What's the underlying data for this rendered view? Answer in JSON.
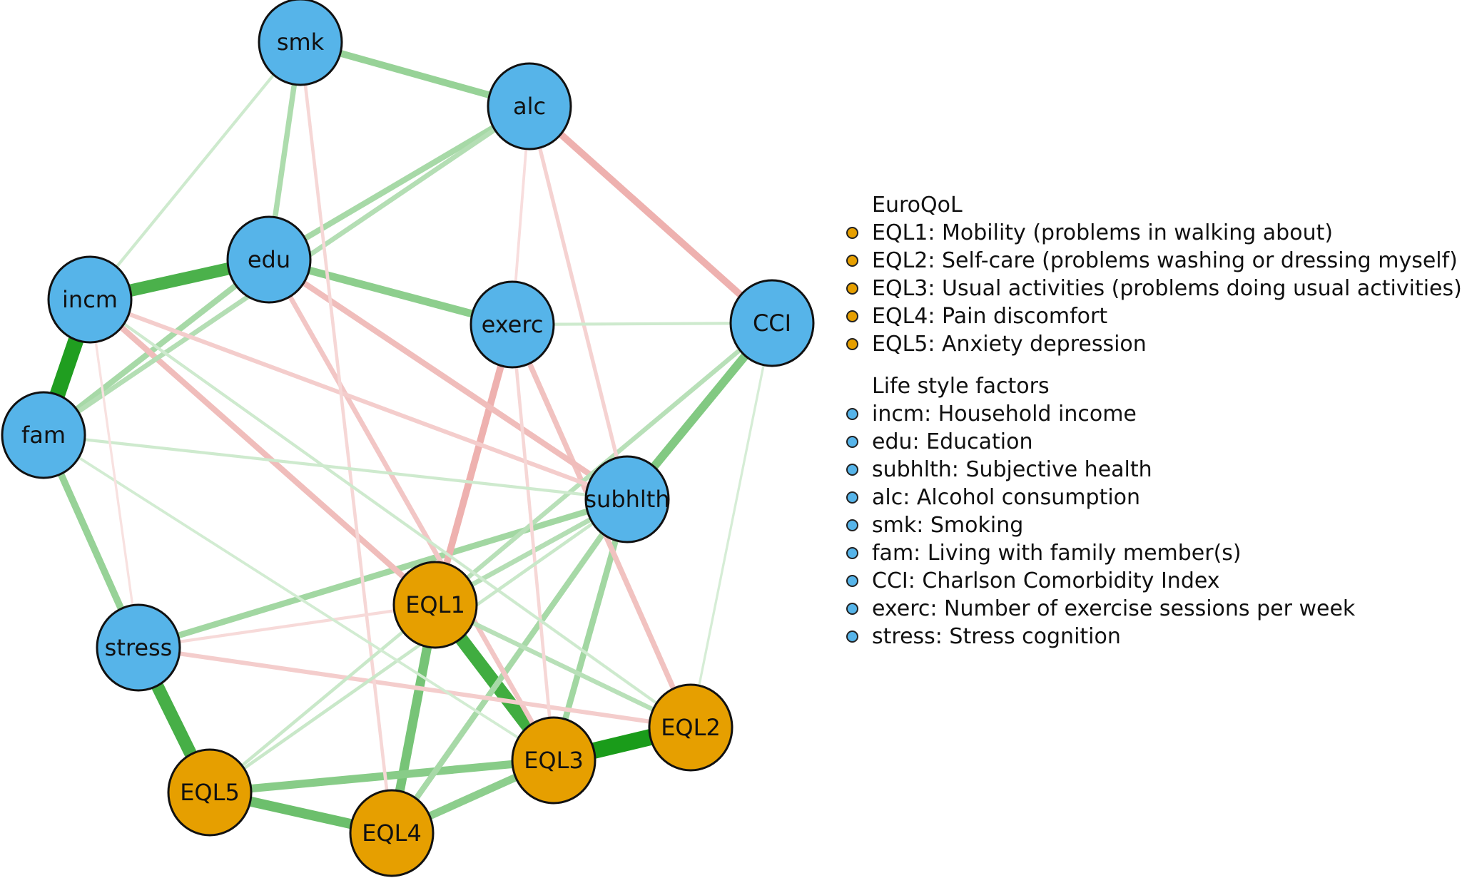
{
  "colors": {
    "eql_node": "#E69F00",
    "lifestyle_node": "#56B4E9",
    "positive_edge": "#1a9c1a",
    "negative_edge": "#d9534f"
  },
  "nodes": [
    {
      "id": "smk",
      "label": "smk",
      "group": "lifestyle"
    },
    {
      "id": "alc",
      "label": "alc",
      "group": "lifestyle"
    },
    {
      "id": "edu",
      "label": "edu",
      "group": "lifestyle"
    },
    {
      "id": "incm",
      "label": "incm",
      "group": "lifestyle"
    },
    {
      "id": "exerc",
      "label": "exerc",
      "group": "lifestyle"
    },
    {
      "id": "CCI",
      "label": "CCI",
      "group": "lifestyle"
    },
    {
      "id": "fam",
      "label": "fam",
      "group": "lifestyle"
    },
    {
      "id": "subhlth",
      "label": "subhlth",
      "group": "lifestyle"
    },
    {
      "id": "EQL1",
      "label": "EQL1",
      "group": "eql"
    },
    {
      "id": "stress",
      "label": "stress",
      "group": "lifestyle"
    },
    {
      "id": "EQL2",
      "label": "EQL2",
      "group": "eql"
    },
    {
      "id": "EQL3",
      "label": "EQL3",
      "group": "eql"
    },
    {
      "id": "EQL5",
      "label": "EQL5",
      "group": "eql"
    },
    {
      "id": "EQL4",
      "label": "EQL4",
      "group": "eql"
    }
  ],
  "edges": [
    {
      "from": "EQL3",
      "to": "EQL2",
      "weight": 0.95
    },
    {
      "from": "incm",
      "to": "fam",
      "weight": 0.9
    },
    {
      "from": "EQL1",
      "to": "EQL3",
      "weight": 0.75
    },
    {
      "from": "stress",
      "to": "EQL5",
      "weight": 0.72
    },
    {
      "from": "incm",
      "to": "edu",
      "weight": 0.7
    },
    {
      "from": "EQL5",
      "to": "EQL4",
      "weight": 0.55
    },
    {
      "from": "EQL1",
      "to": "EQL4",
      "weight": 0.5
    },
    {
      "from": "CCI",
      "to": "subhlth",
      "weight": 0.45
    },
    {
      "from": "EQL5",
      "to": "EQL3",
      "weight": 0.42
    },
    {
      "from": "EQL4",
      "to": "EQL3",
      "weight": 0.4
    },
    {
      "from": "edu",
      "to": "exerc",
      "weight": 0.4
    },
    {
      "from": "fam",
      "to": "stress",
      "weight": 0.35
    },
    {
      "from": "smk",
      "to": "alc",
      "weight": 0.35
    },
    {
      "from": "stress",
      "to": "subhlth",
      "weight": 0.3
    },
    {
      "from": "subhlth",
      "to": "EQL3",
      "weight": 0.3
    },
    {
      "from": "subhlth",
      "to": "EQL4",
      "weight": 0.28
    },
    {
      "from": "edu",
      "to": "alc",
      "weight": 0.28
    },
    {
      "from": "fam",
      "to": "edu",
      "weight": 0.28
    },
    {
      "from": "alc",
      "to": "CCI",
      "weight": -0.35
    },
    {
      "from": "exerc",
      "to": "EQL1",
      "weight": -0.35
    },
    {
      "from": "incm",
      "to": "EQL1",
      "weight": -0.28
    },
    {
      "from": "exerc",
      "to": "EQL2",
      "weight": -0.25
    },
    {
      "from": "edu",
      "to": "subhlth",
      "weight": -0.28
    },
    {
      "from": "edu",
      "to": "EQL3",
      "weight": -0.22
    },
    {
      "from": "smk",
      "to": "edu",
      "weight": 0.25
    },
    {
      "from": "alc",
      "to": "fam",
      "weight": 0.22
    },
    {
      "from": "EQL1",
      "to": "EQL2",
      "weight": 0.2
    },
    {
      "from": "CCI",
      "to": "EQL1",
      "weight": 0.2
    },
    {
      "from": "subhlth",
      "to": "EQL1",
      "weight": 0.22
    },
    {
      "from": "stress",
      "to": "EQL2",
      "weight": -0.18
    },
    {
      "from": "incm",
      "to": "subhlth",
      "weight": -0.18
    },
    {
      "from": "alc",
      "to": "subhlth",
      "weight": -0.15
    },
    {
      "from": "exerc",
      "to": "EQL3",
      "weight": -0.12
    },
    {
      "from": "smk",
      "to": "EQL4",
      "weight": -0.12
    },
    {
      "from": "smk",
      "to": "incm",
      "weight": 0.1
    },
    {
      "from": "fam",
      "to": "subhlth",
      "weight": 0.1
    },
    {
      "from": "exerc",
      "to": "CCI",
      "weight": 0.1
    },
    {
      "from": "incm",
      "to": "EQL2",
      "weight": 0.1
    },
    {
      "from": "EQL5",
      "to": "subhlth",
      "weight": 0.12
    },
    {
      "from": "EQL5",
      "to": "EQL1",
      "weight": 0.12
    },
    {
      "from": "stress",
      "to": "EQL1",
      "weight": -0.1
    },
    {
      "from": "fam",
      "to": "EQL3",
      "weight": 0.08
    },
    {
      "from": "CCI",
      "to": "EQL2",
      "weight": 0.06
    },
    {
      "from": "alc",
      "to": "exerc",
      "weight": -0.08
    },
    {
      "from": "incm",
      "to": "stress",
      "weight": -0.06
    }
  ],
  "legend": {
    "groups": [
      {
        "title": "EuroQoL",
        "group": "eql",
        "items": [
          "EQL1: Mobility (problems in walking about)",
          "EQL2: Self-care (problems washing or dressing myself)",
          "EQL3: Usual activities (problems doing usual activities)",
          "EQL4: Pain discomfort",
          "EQL5: Anxiety depression"
        ]
      },
      {
        "title": "Life style factors",
        "group": "lifestyle",
        "items": [
          "incm: Household income",
          "edu: Education",
          "subhlth: Subjective health",
          "alc: Alcohol consumption",
          "smk: Smoking",
          "fam: Living with family member(s)",
          "CCI: Charlson Comorbidity Index",
          "exerc: Number of exercise sessions per week",
          "stress: Stress cognition"
        ]
      }
    ]
  }
}
